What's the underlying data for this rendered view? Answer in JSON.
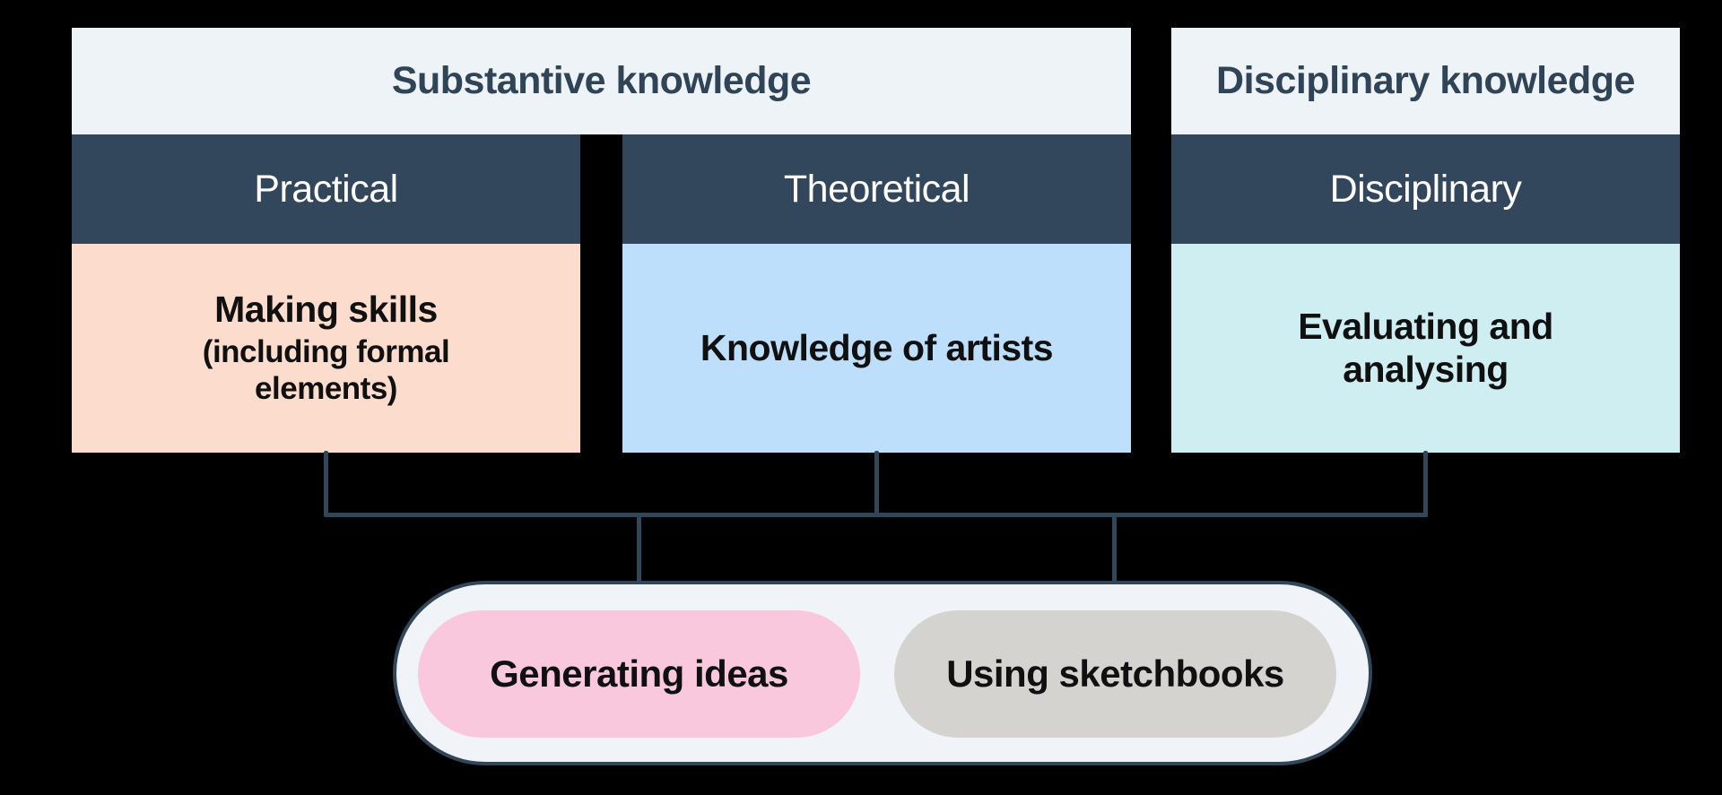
{
  "palette": {
    "page_bg": "#000000",
    "group_header_bg": "#EEF3F8",
    "group_header_text": "#2F4456",
    "column_header_bg": "#33475C",
    "column_header_text": "#FFFFFF",
    "body_text": "#101010",
    "connector_line": "#32465A",
    "container_bg": "#F0F4F8",
    "container_border": "#32465A",
    "making_skills_bg": "#FBDCCD",
    "knowledge_artists_bg": "#BEDFFB",
    "evaluating_bg": "#CEEEF1",
    "generating_ideas_bg": "#F9C8DC",
    "using_sketchbooks_bg": "#D5D3D0"
  },
  "groups": [
    {
      "title": "Substantive knowledge",
      "columns": [
        {
          "header": "Practical",
          "body": "Making skills",
          "body_note": "(including formal elements)"
        },
        {
          "header": "Theoretical",
          "body": "Knowledge of artists"
        }
      ]
    },
    {
      "title": "Disciplinary knowledge",
      "columns": [
        {
          "header": "Disciplinary",
          "body": "Evaluating and analysing"
        }
      ]
    }
  ],
  "shared": {
    "pills": [
      {
        "label": "Generating ideas"
      },
      {
        "label": "Using sketchbooks"
      }
    ]
  }
}
